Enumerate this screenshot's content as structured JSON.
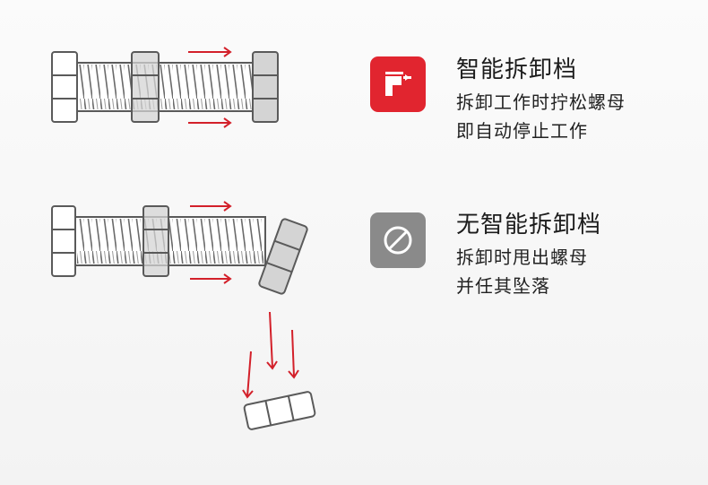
{
  "modes": [
    {
      "title": "智能拆卸档",
      "lines": [
        "拆卸工作时拧松螺母",
        "即自动停止工作"
      ],
      "icon": "smart-removal-mode-icon",
      "icon_color": "#e1252f"
    },
    {
      "title": "无智能拆卸档",
      "lines": [
        "拆卸时甩出螺母",
        "并任其坠落"
      ],
      "icon": "prohibited-icon",
      "icon_color": "#8a8a8a"
    }
  ],
  "colors": {
    "arrow": "#d3202a",
    "outline": "#5a5a5a",
    "nut_fill": "#d4d4d4"
  }
}
